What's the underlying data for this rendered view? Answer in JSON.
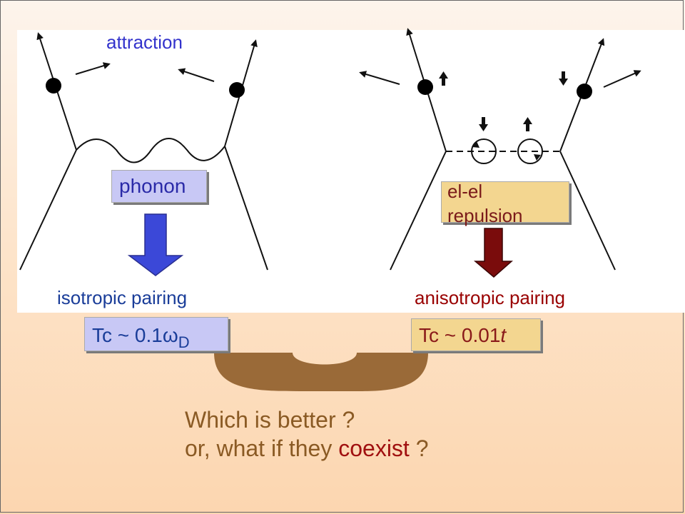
{
  "labels": {
    "attraction": "attraction",
    "phonon": "phonon",
    "el_el": "el-el\nrepulsion",
    "isotropic": "isotropic pairing",
    "anisotropic": "anisotropic pairing"
  },
  "tc_iso": {
    "prefix": "Tc ~ 0.1ω",
    "subscript": "D"
  },
  "tc_aniso": {
    "prefix": "Tc ~ 0.01",
    "variable": "t"
  },
  "question": {
    "line1": "Which is better ?",
    "line2_prefix": "or, what if they ",
    "line2_highlight": "coexist",
    "line2_suffix": " ?"
  },
  "colors": {
    "blue_arrow": "#3b48d8",
    "red_arrow": "#7a0c0c",
    "bridge": "#9a6a38",
    "phonon_box": "#c8c8f5",
    "elel_box": "#f3d690"
  }
}
